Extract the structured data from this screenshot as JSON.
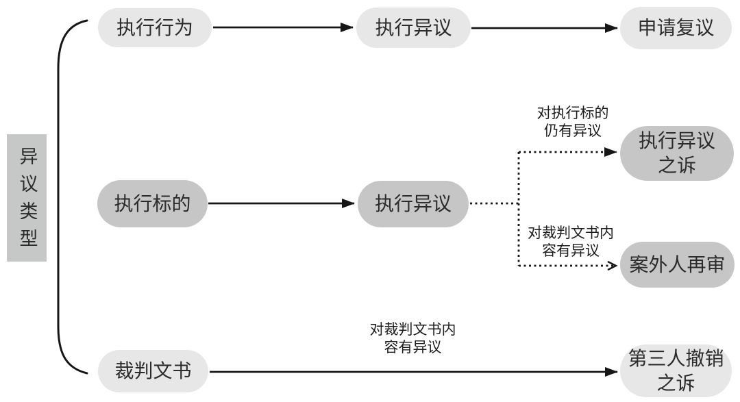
{
  "title": "异议类型",
  "colors": {
    "pill_light": "#e7e7e7",
    "pill_dark": "#c6c6c6",
    "title_box": "#c5c8c7",
    "line": "#161616",
    "text": "#2b2b2b"
  },
  "nodes": {
    "execution_act": "执行行为",
    "execution_objection_top": "执行异议",
    "apply_reconsideration": "申请复议",
    "execution_target": "执行标的",
    "execution_objection_mid": "执行异议",
    "execution_objection_lawsuit": "执行异议\n之诉",
    "outsider_retrial": "案外人再审",
    "judgment_document": "裁判文书",
    "third_party_revocation_lawsuit": "第三人撤销\n之诉"
  },
  "edge_labels": {
    "still_objection_to_target": "对执行标的\n仍有异议",
    "objection_to_judgment_content_branch": "对裁判文书内\n容有异议",
    "objection_to_judgment_content_bottom": "对裁判文书内\n容有异议"
  }
}
